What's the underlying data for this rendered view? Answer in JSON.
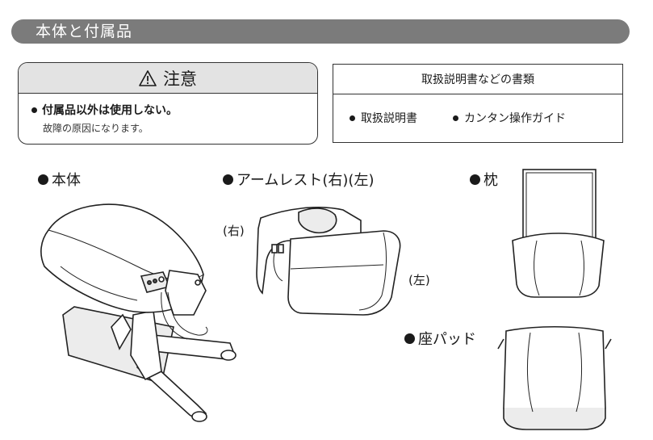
{
  "section_title": "本体と付属品",
  "caution": {
    "label": "注意",
    "main": "付属品以外は使用しない。",
    "sub": "故障の原因になります。"
  },
  "documents": {
    "title": "取扱説明書などの書類",
    "items": [
      "取扱説明書",
      "カンタン操作ガイド"
    ]
  },
  "parts": {
    "main_unit": "本体",
    "armrest": "アームレスト(右)(左)",
    "armrest_right": "(右)",
    "armrest_left": "(左)",
    "pillow": "枕",
    "seat_pad": "座パッド"
  }
}
